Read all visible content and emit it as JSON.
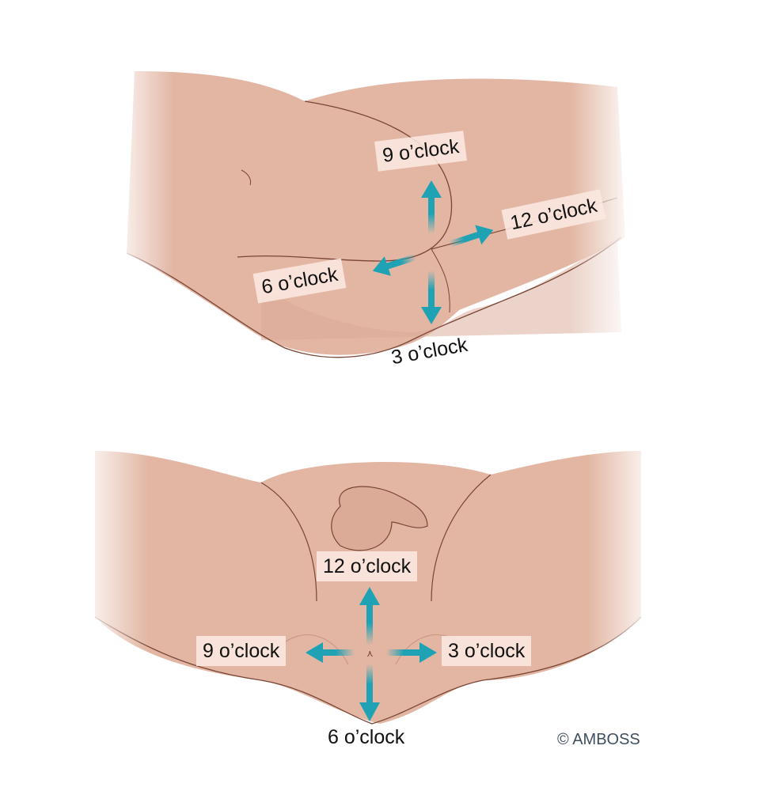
{
  "top_figure": {
    "labels": {
      "nine": "9 o’clock",
      "twelve": "12 o’clock",
      "six": "6 o’clock",
      "three": "3 o’clock"
    }
  },
  "bottom_figure": {
    "labels": {
      "twelve": "12 o’clock",
      "nine": "9 o’clock",
      "three": "3 o’clock",
      "six": "6 o’clock"
    }
  },
  "copyright": "© AMBOSS",
  "colors": {
    "skin": "#e2b6a3",
    "skin_shadow": "#d5a290",
    "outline": "#7a4536",
    "arrow": "#1ea2b4"
  }
}
